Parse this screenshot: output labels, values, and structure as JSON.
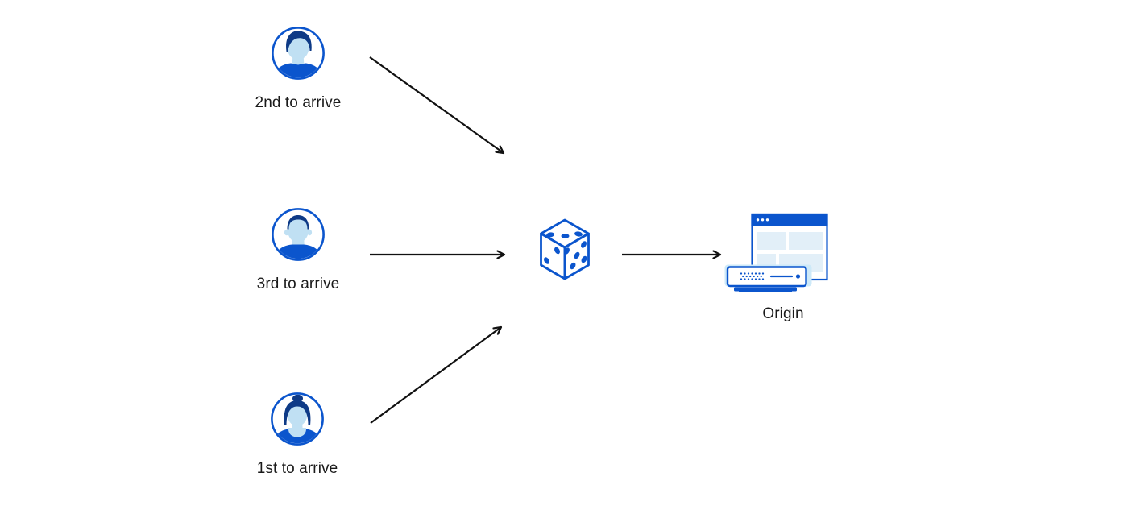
{
  "diagram": {
    "clients": [
      {
        "id": "client-2nd",
        "label": "2nd to arrive",
        "icon": "male-avatar-swept-hair-icon"
      },
      {
        "id": "client-3rd",
        "label": "3rd to arrive",
        "icon": "male-avatar-short-hair-icon"
      },
      {
        "id": "client-1st",
        "label": "1st to arrive",
        "icon": "female-avatar-bun-icon"
      }
    ],
    "selector": {
      "id": "random-selector",
      "icon": "dice-icon"
    },
    "origin": {
      "id": "origin",
      "label": "Origin",
      "icon": "origin-server-browser-icon"
    },
    "arrows": [
      {
        "from": "client-2nd",
        "to": "random-selector"
      },
      {
        "from": "client-3rd",
        "to": "random-selector"
      },
      {
        "from": "client-1st",
        "to": "random-selector"
      },
      {
        "from": "random-selector",
        "to": "origin"
      }
    ],
    "colors": {
      "accent_blue": "#0b55cd",
      "dark_navy": "#0e3a86",
      "skin_light_blue": "#c0e0f3",
      "pale_blue_block": "#e2eff8",
      "server_glow_blue": "#cde9f8",
      "arrow_color": "#111111",
      "text_color": "#1a1a1a",
      "background": "#ffffff"
    }
  }
}
